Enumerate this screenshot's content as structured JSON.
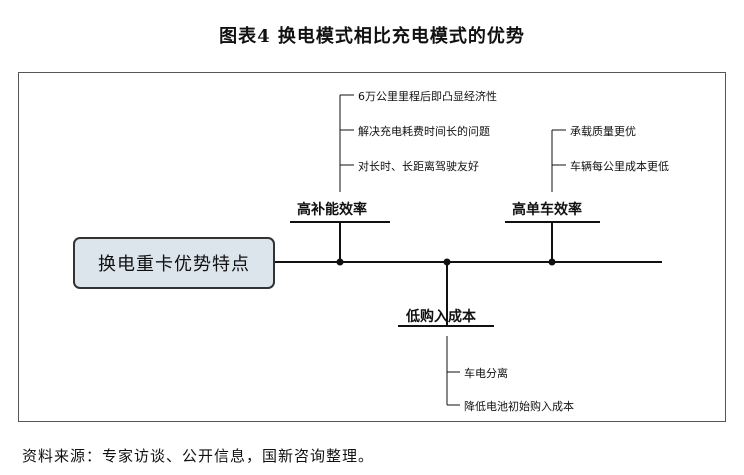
{
  "title": "图表4  换电模式相比充电模式的优势",
  "center": "换电重卡优势特点",
  "categories": {
    "efficiency": {
      "label": "高补能效率",
      "items": [
        "6万公里里程后即凸显经济性",
        "解决充电耗费时间长的问题",
        "对长时、长距离驾驶友好"
      ]
    },
    "single_vehicle": {
      "label": "高单车效率",
      "items": [
        "承载质量更优",
        "车辆每公里成本更低"
      ]
    },
    "low_cost": {
      "label": "低购入成本",
      "items": [
        "车电分离",
        "降低电池初始购入成本"
      ]
    }
  },
  "source": "资料来源：专家访谈、公开信息，国新咨询整理。"
}
